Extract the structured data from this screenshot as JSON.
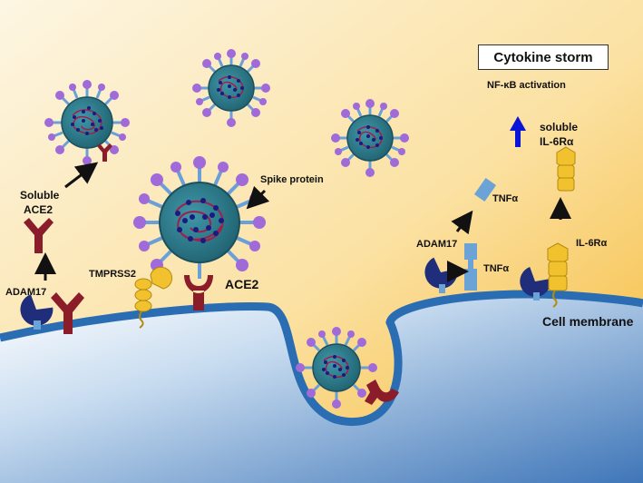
{
  "title": "Cytokine storm",
  "labels": {
    "nfkb": "NF-κB activation",
    "soluble_il6ra_line1": "soluble",
    "soluble_il6ra_line2": "IL-6Rα",
    "soluble_ace2_line1": "Soluble",
    "soluble_ace2_line2": "ACE2",
    "spike_protein": "Spike protein",
    "tmprss2": "TMPRSS2",
    "ace2": "ACE2",
    "adam17_left": "ADAM17",
    "adam17_right": "ADAM17",
    "tnfa_soluble": "TNFα",
    "tnfa_membrane": "TNFα",
    "il6ra": "IL-6Rα",
    "cell_membrane": "Cell membrane"
  },
  "colors": {
    "background_top": "#fdf6e3",
    "background_bottom": "#f5b731",
    "cytoplasm": "#4a7fc1",
    "membrane": "#2a6db3",
    "ace2": "#8b1c2a",
    "adam17": "#1f2d7a",
    "tnfa": "#6ba3d6",
    "il6ra": "#f2c12e",
    "virus_body": "#2a7b8c",
    "spike": "#a06ad8",
    "rna": "#1a1a80",
    "arrow_up": "#0a14d6"
  }
}
